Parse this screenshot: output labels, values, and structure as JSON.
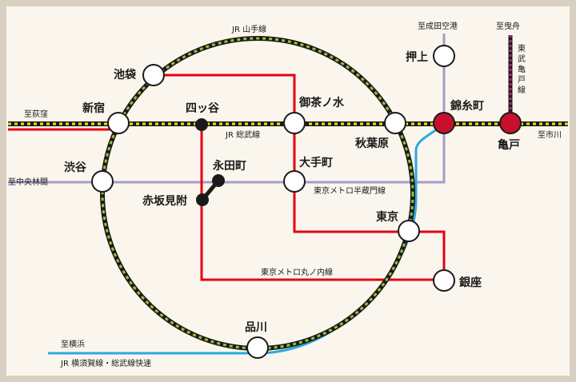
{
  "colors": {
    "background": "#faf6ee",
    "frame": "#d9cfc1",
    "yamanote_green": "#9bc234",
    "sobu_yellow": "#f2e200",
    "marunouchi_red": "#e60012",
    "hanzomon_purple": "#a89bc9",
    "yokosuka_blue": "#29a9e0",
    "tobu_kameido": "#b6287a",
    "highlight_station": "#c8102e"
  },
  "stations": {
    "ikebukuro": "池袋",
    "shinjuku": "新宿",
    "yotsuya": "四ッ谷",
    "ochanomizu": "御茶ノ水",
    "akihabara": "秋葉原",
    "kinshicho": "錦糸町",
    "kameido": "亀戸",
    "oshiage": "押上",
    "shibuya": "渋谷",
    "nagatacho": "永田町",
    "akasakamitsuke": "赤坂見附",
    "otemachi": "大手町",
    "tokyo": "東京",
    "ginza": "銀座",
    "shinagawa": "品川"
  },
  "lines": {
    "yamanote": "JR 山手線",
    "sobu": "JR 総武線",
    "hanzomon": "東京メトロ半蔵門線",
    "marunouchi": "東京メトロ丸ノ内線",
    "yokosuka": "JR 横須賀線・総武線快速",
    "tobu_kameido": [
      "東",
      "武",
      "亀",
      "戸",
      "線"
    ]
  },
  "directions": {
    "ogikubo": "至荻窪",
    "chuorinkan": "至中央林間",
    "yokohama": "至横浜",
    "narita": "至成田空港",
    "hikifune": "至曳舟",
    "ichikawa": "至市川"
  }
}
